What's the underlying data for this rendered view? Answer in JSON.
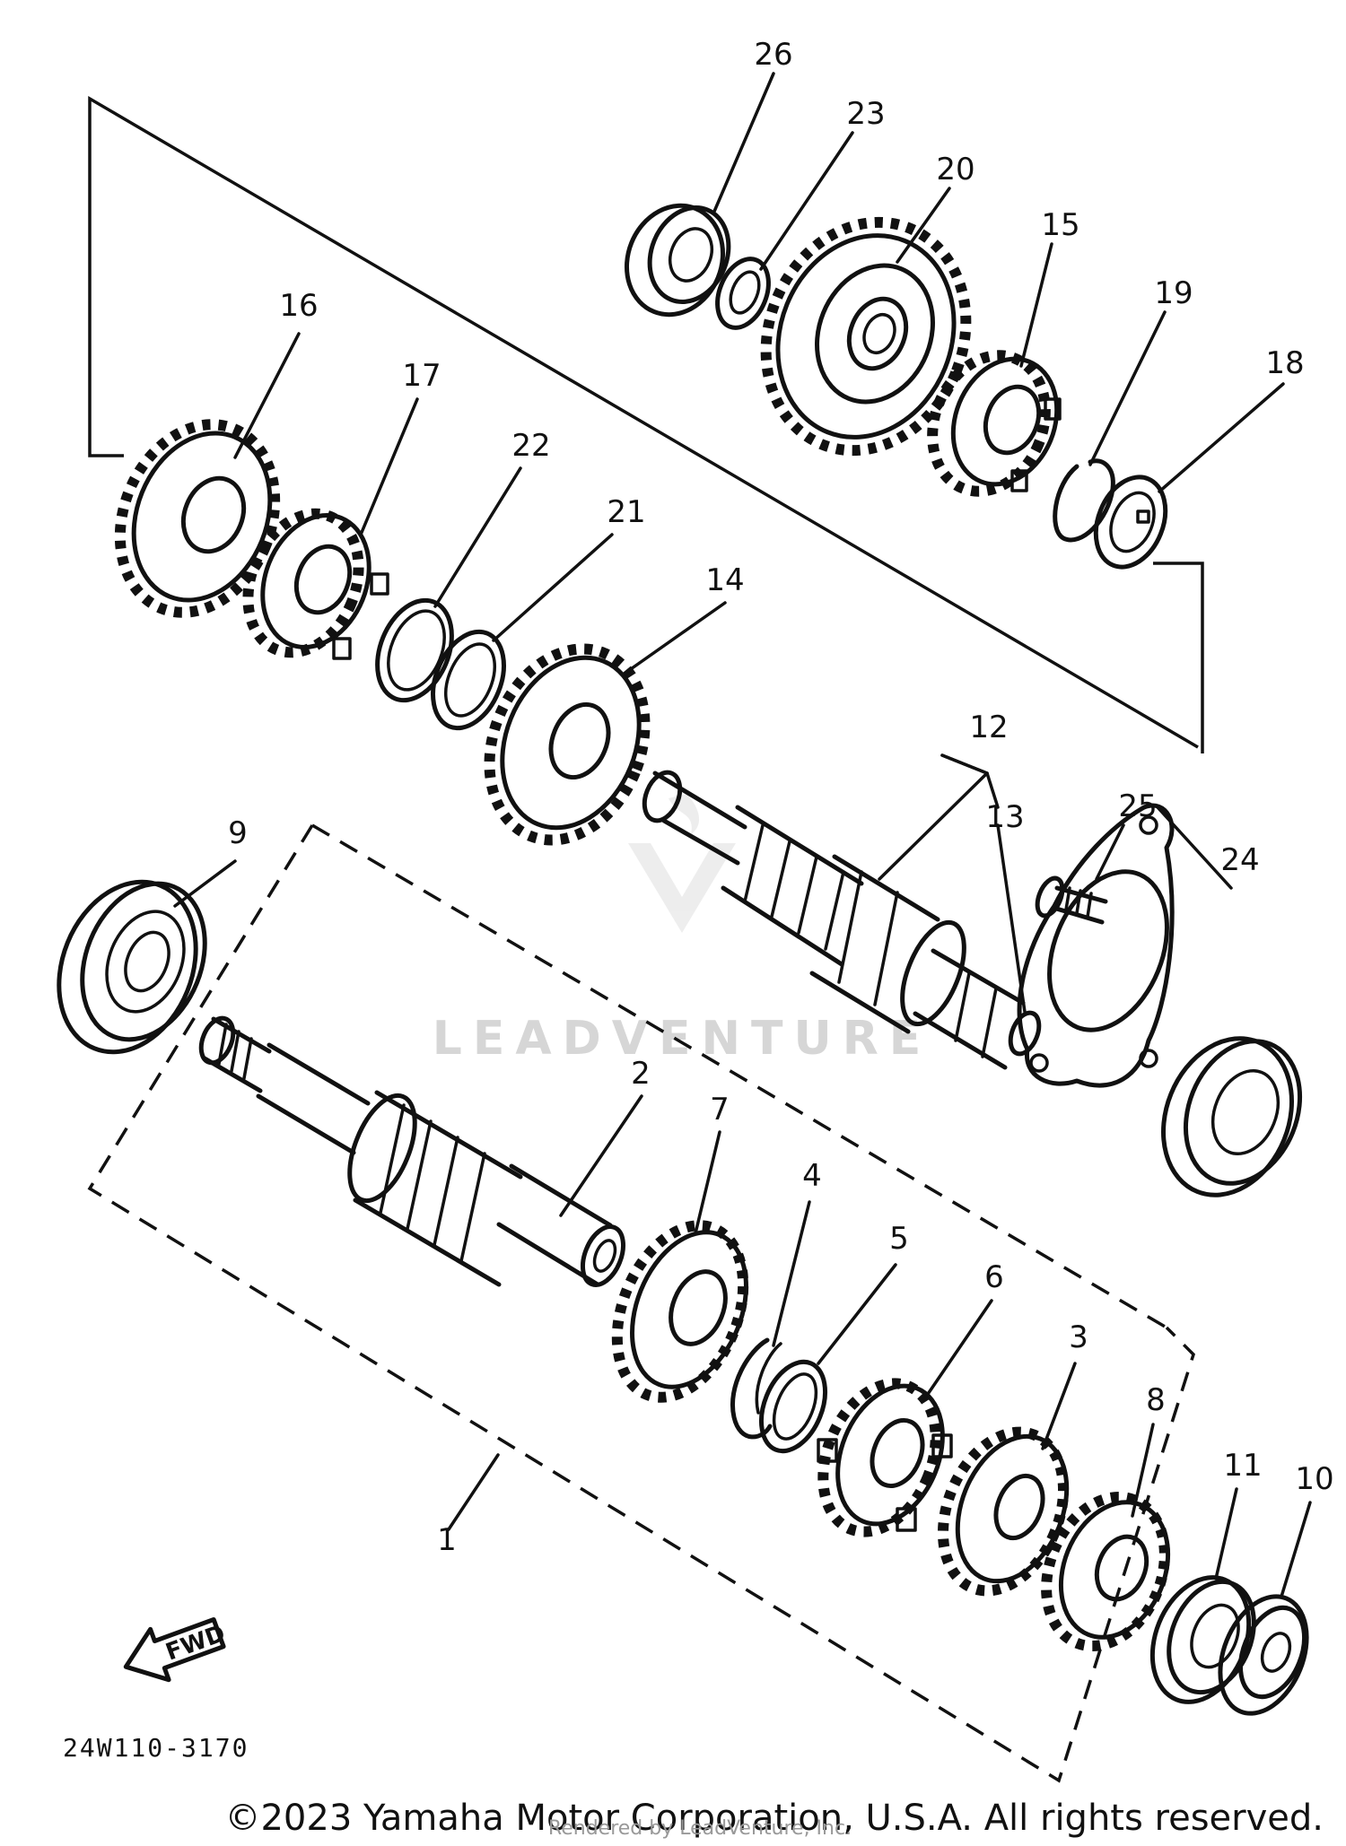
{
  "callouts": [
    {
      "id": "26",
      "label": "26"
    },
    {
      "id": "23",
      "label": "23"
    },
    {
      "id": "20",
      "label": "20"
    },
    {
      "id": "15",
      "label": "15"
    },
    {
      "id": "19",
      "label": "19"
    },
    {
      "id": "18",
      "label": "18"
    },
    {
      "id": "16",
      "label": "16"
    },
    {
      "id": "17",
      "label": "17"
    },
    {
      "id": "22",
      "label": "22"
    },
    {
      "id": "21",
      "label": "21"
    },
    {
      "id": "14",
      "label": "14"
    },
    {
      "id": "12",
      "label": "12"
    },
    {
      "id": "13",
      "label": "13"
    },
    {
      "id": "25",
      "label": "25"
    },
    {
      "id": "24",
      "label": "24"
    },
    {
      "id": "9",
      "label": "9"
    },
    {
      "id": "2",
      "label": "2"
    },
    {
      "id": "7",
      "label": "7"
    },
    {
      "id": "4",
      "label": "4"
    },
    {
      "id": "5",
      "label": "5"
    },
    {
      "id": "6",
      "label": "6"
    },
    {
      "id": "3",
      "label": "3"
    },
    {
      "id": "8",
      "label": "8"
    },
    {
      "id": "11",
      "label": "11"
    },
    {
      "id": "10",
      "label": "10"
    },
    {
      "id": "1",
      "label": "1"
    }
  ],
  "fwd_label": "FWD",
  "part_code": "24W110-3170",
  "watermark": "LEADVENTURE",
  "watermark_sub": "Rendered by LeadVenture, Inc.",
  "copyright": "©2023 Yamaha Motor Corporation, U.S.A. All rights reserved."
}
